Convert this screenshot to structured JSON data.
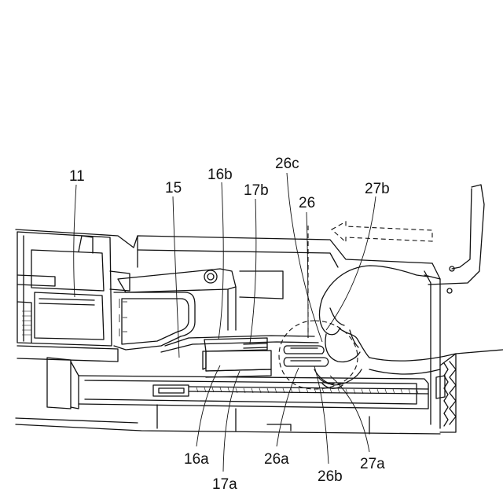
{
  "figure": {
    "labels": {
      "l11": "11",
      "l15": "15",
      "l16b": "16b",
      "l17b": "17b",
      "l26c": "26c",
      "l26": "26",
      "l27b": "27b",
      "l16a": "16a",
      "l17a": "17a",
      "l26a": "26a",
      "l26b": "26b",
      "l27a": "27a"
    }
  }
}
